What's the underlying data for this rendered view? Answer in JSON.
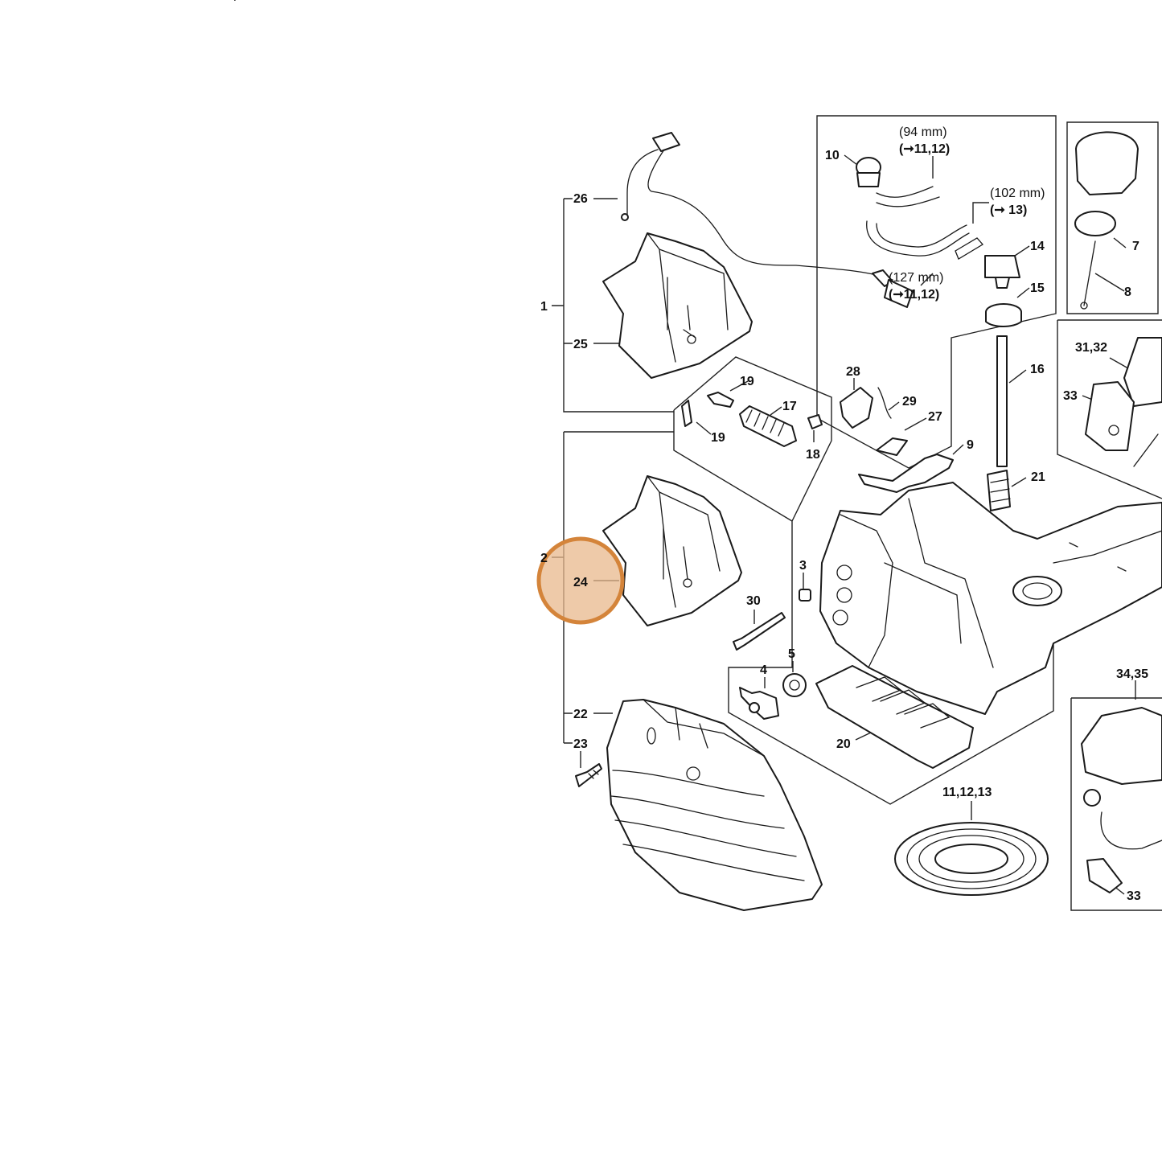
{
  "callouts": {
    "c1": "1",
    "c2": "2",
    "c3": "3",
    "c4": "4",
    "c5": "5",
    "c7": "7",
    "c8": "8",
    "c9": "9",
    "c10": "10",
    "c14": "14",
    "c15": "15",
    "c16": "16",
    "c17": "17",
    "c18": "18",
    "c19a": "19",
    "c19b": "19",
    "c20": "20",
    "c21": "21",
    "c22": "22",
    "c23": "23",
    "c24": "24",
    "c25": "25",
    "c26": "26",
    "c27": "27",
    "c28": "28",
    "c29": "29",
    "c30": "30",
    "c31_32": "31,32",
    "c33a": "33",
    "c33b": "33",
    "c34_35": "34,35",
    "c11_12_13": "11,12,13"
  },
  "hose_notes": {
    "h94_len": "(94 mm)",
    "h94_ref": "(➞11,12)",
    "h102_len": "(102 mm)",
    "h102_ref": "(➞ 13)",
    "h127_len": "(127 mm)",
    "h127_ref": "(➞11,12)"
  },
  "highlight": {
    "target": "24",
    "color": "#d4843a",
    "fill": "#e8b88c"
  }
}
